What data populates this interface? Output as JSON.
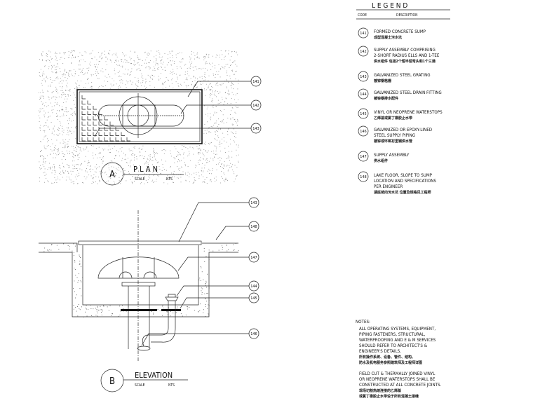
{
  "legend": {
    "title": "L E G E N D",
    "col_code": "CODE",
    "col_description": "DESCRIPTION",
    "items": [
      {
        "code": "141",
        "lines": [
          "FORMED CONCRETE SUMP"
        ],
        "cn": "成型混凝土污水坑"
      },
      {
        "code": "142",
        "lines": [
          "SUPPLY ASSEMBLY COMPRISING",
          "2-SHORT RADIUS ELLS AND 1-TEE"
        ],
        "cn": "供水组件 包括2个短半径弯头和1个三通"
      },
      {
        "code": "143",
        "lines": [
          "GALVANIZED STEEL GRATING"
        ],
        "cn": "镀锌钢格栅"
      },
      {
        "code": "144",
        "lines": [
          "GALVANIZED STEEL DRAIN FITTING"
        ],
        "cn": "镀锌钢排水配件"
      },
      {
        "code": "145",
        "lines": [
          "VINYL OR NEOPRENE WATERSTOPS"
        ],
        "cn": "乙烯基或氯丁橡胶止水带"
      },
      {
        "code": "146",
        "lines": [
          "GALVANIZED OR EPOXY-LINED",
          "STEEL SUPPLY PIPING"
        ],
        "cn": "镀锌或环氧衬里钢供水管"
      },
      {
        "code": "147",
        "lines": [
          "SUPPLY ASSEMBLY"
        ],
        "cn": "供水组件"
      },
      {
        "code": "148",
        "lines": [
          "LAKE FLOOR, SLOPE TO SUMP",
          "LOCATION AND SPECIFICATIONS",
          "PER ENGINEER"
        ],
        "cn": "湖底坡向污水坑 位置及规格见工程师"
      }
    ]
  },
  "notes": {
    "title": "NOTES:",
    "blocks": [
      {
        "lines": [
          "ALL OPERATING SYSTEMS, EQUIPMENT,",
          "PIPING FASTENERS, STRUCTURAL,",
          "WATERPROOFING AND E & M SERVICES",
          "SHOULD REFER TO ARCHITECT'S &",
          "ENGINEER'S DETAILS."
        ],
        "cn": [
          "所有操作系统、设备、管件、结构、",
          "防水及机电服务参照建筑师及工程师详图"
        ]
      },
      {
        "lines": [
          "FIELD CUT & THERMALLY JOINED VINYL",
          "OR NEOPRENE WATERSTOPS SHALL BE",
          "CONSTRUCTED AT ALL CONCRETE JOINTS."
        ],
        "cn": [
          "现场切割热熔连接的乙烯基",
          "或氯丁橡胶止水带设于所有混凝土接缝"
        ]
      }
    ]
  },
  "plan": {
    "marker": "A",
    "title": "P L A N",
    "scale_label": "SCALE",
    "scale_value": "NTS",
    "tags": [
      "141",
      "142",
      "143"
    ]
  },
  "elevation": {
    "marker": "B",
    "title": "ELEVATION",
    "scale_label": "SCALE",
    "scale_value": "NTS",
    "tags": [
      "143",
      "148",
      "147",
      "144",
      "145",
      "146"
    ]
  }
}
